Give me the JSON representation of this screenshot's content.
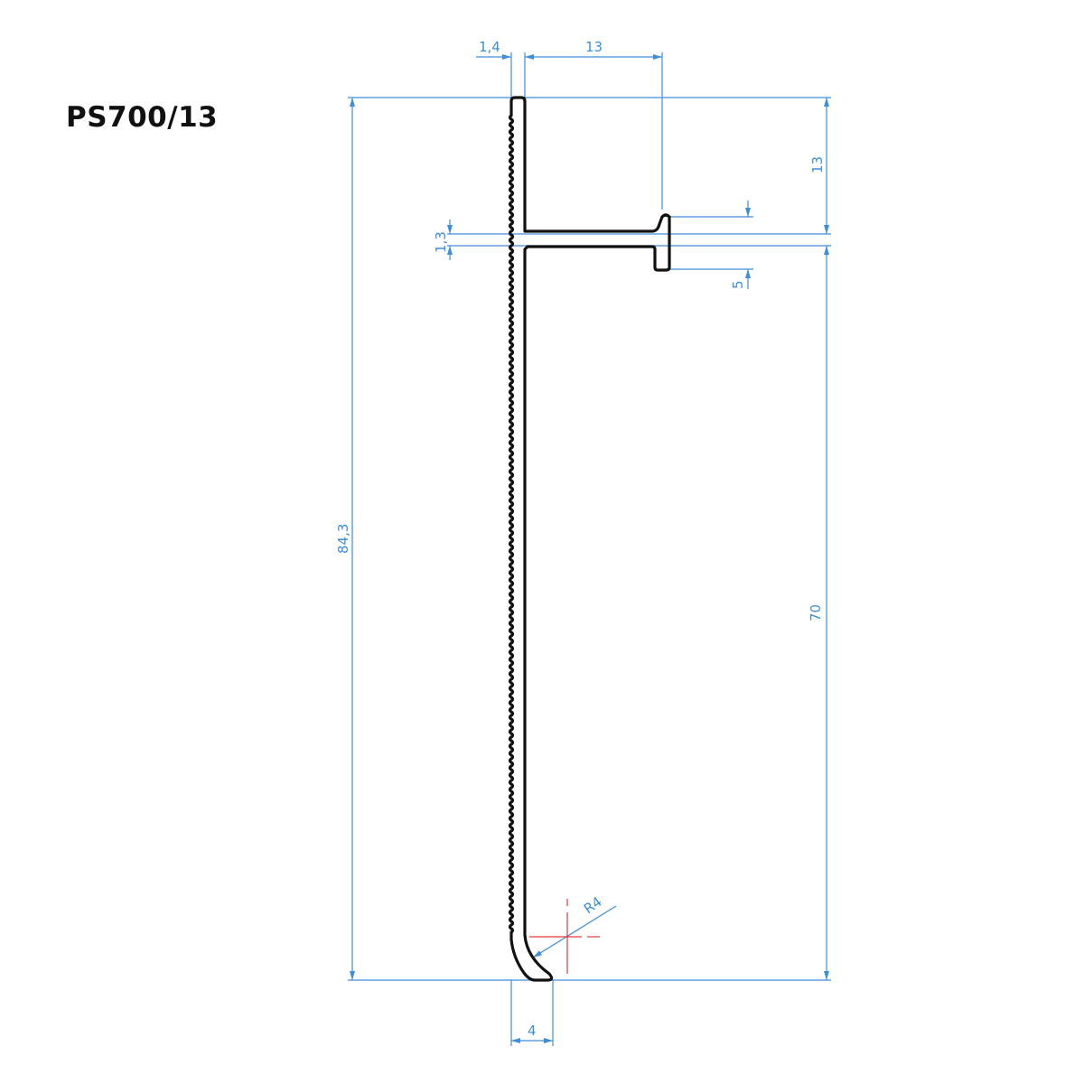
{
  "title": "PS700/13",
  "dimensions": {
    "lip_thickness": "1,4",
    "top_width": "13",
    "total_height": "84,3",
    "top_height": "13",
    "lower_height": "70",
    "web_thickness": "1,3",
    "flange_height": "5",
    "foot_width": "4",
    "foot_radius": "R4"
  },
  "colors": {
    "dimension": "#3d8fdc",
    "profile": "#111111",
    "centerline": "#e03a3a"
  }
}
